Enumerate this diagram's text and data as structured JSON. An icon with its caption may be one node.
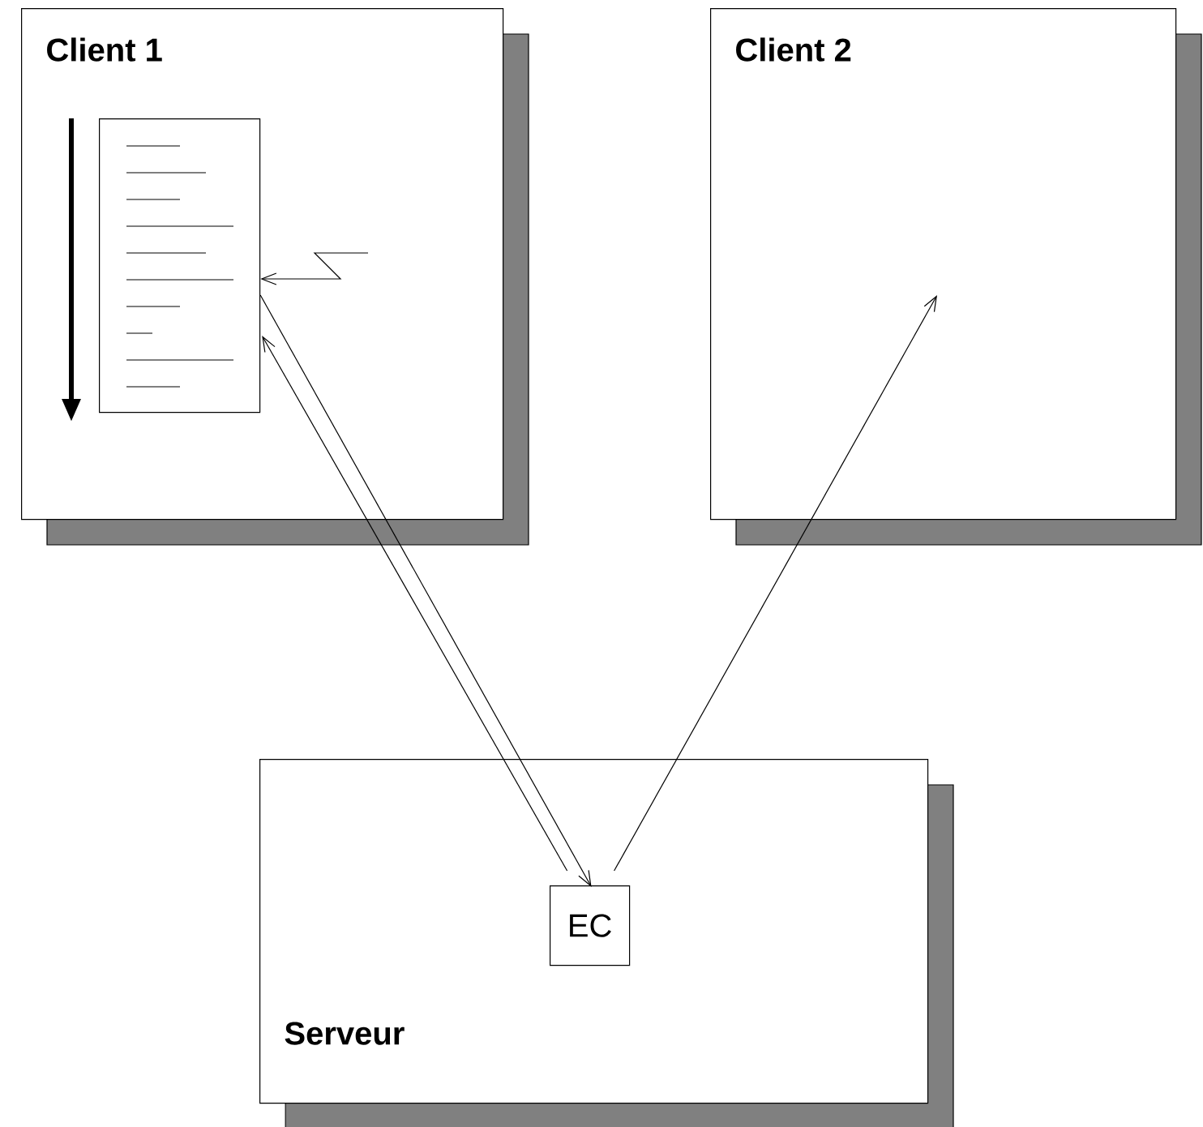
{
  "diagram": {
    "nodes": [
      {
        "text": [
          "Client 1"
        ]
      },
      {
        "text": [],
        "shape": "box",
        "in": 0
      },
      {
        "text": [
          "Client 2"
        ]
      },
      {
        "text": [
          "Serveur"
        ]
      },
      {
        "text": [
          "EC"
        ],
        "in": 3
      }
    ],
    "edges": [
      {
        "from": 1,
        "to": 4,
        "arrow": "to"
      },
      {
        "from": 4,
        "to": 1,
        "arrow": "to"
      },
      {
        "from": 4,
        "to": 2,
        "arrow": "to"
      },
      {
        "from": null,
        "to": 1,
        "arrow": "to"
      }
    ]
  }
}
